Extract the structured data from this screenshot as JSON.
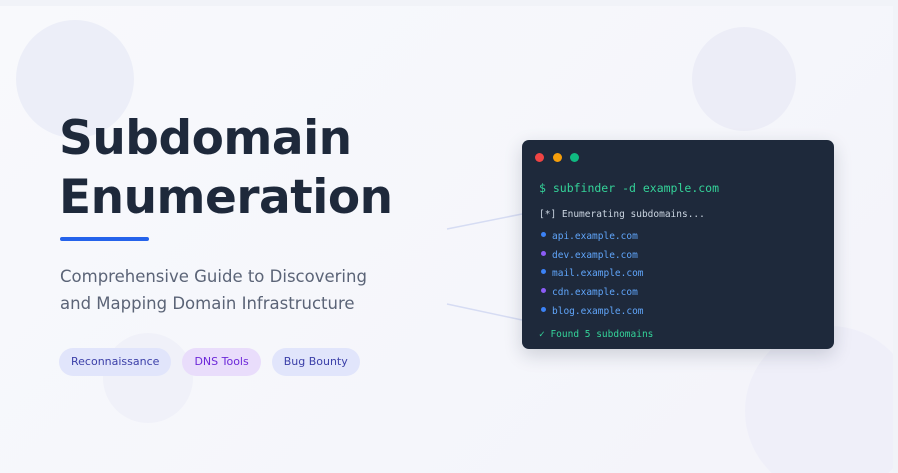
{
  "hero": {
    "title_line1": "Subdomain",
    "title_line2": "Enumeration",
    "subtitle_line1": "Comprehensive Guide to Discovering",
    "subtitle_line2": "and Mapping Domain Infrastructure"
  },
  "tags": [
    {
      "label": "Reconnaissance",
      "color": "#3b3fa8"
    },
    {
      "label": "DNS Tools",
      "color": "#6d28d9"
    },
    {
      "label": "Bug Bounty",
      "color": "#3b3fa8"
    }
  ],
  "terminal": {
    "command": "$ subfinder -d example.com",
    "status": "[*] Enumerating subdomains...",
    "results": [
      {
        "host": "api.example.com",
        "bullet_color": "#3b82f6"
      },
      {
        "host": "dev.example.com",
        "bullet_color": "#8b5cf6"
      },
      {
        "host": "mail.example.com",
        "bullet_color": "#3b82f6"
      },
      {
        "host": "cdn.example.com",
        "bullet_color": "#8b5cf6"
      },
      {
        "host": "blog.example.com",
        "bullet_color": "#3b82f6"
      }
    ],
    "summary": "✓ Found 5 subdomains"
  },
  "colors": {
    "accent": "#2563eb",
    "terminal_bg": "#1e293b",
    "success": "#34d399",
    "link": "#60a5fa"
  }
}
